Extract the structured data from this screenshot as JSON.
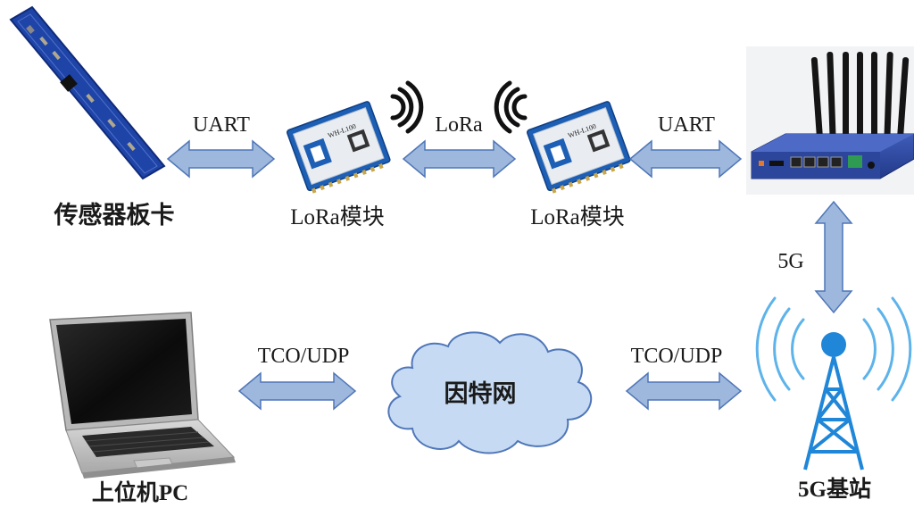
{
  "nodes": {
    "sensor_board": "传感器板卡",
    "lora_module_1": "LoRa模块",
    "lora_module_2": "LoRa模块",
    "base_station": "5G基站",
    "internet": "因特网",
    "host_pc": "上位机PC"
  },
  "links": {
    "sensor_to_lora": "UART",
    "lora_wireless": "LoRa",
    "lora_to_router": "UART",
    "router_to_station": "5G",
    "station_to_internet": "TCO/UDP",
    "internet_to_pc": "TCO/UDP"
  },
  "module_print": {
    "model": "WH-L100"
  },
  "colors": {
    "arrow_fill": "#9db8dc",
    "arrow_stroke": "#4f76b8",
    "board": "#1f44a8",
    "router": "#2e4aa0",
    "cloud_fill": "#c6dbf3",
    "tower": "#1f86d8"
  }
}
